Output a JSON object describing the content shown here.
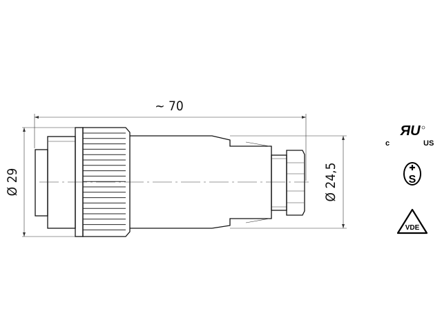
{
  "drawing": {
    "length_label": "~ 70",
    "diameter_left_label": "Ø 29",
    "diameter_right_label": "Ø 24,5"
  },
  "certifications": {
    "ul": {
      "left": "c",
      "right": "US",
      "icon": "ul-recognized-icon"
    },
    "s_mark": {
      "icon": "s-mark-icon",
      "text": "S"
    },
    "vde": {
      "icon": "vde-triangle-icon",
      "text": "VDE"
    }
  }
}
